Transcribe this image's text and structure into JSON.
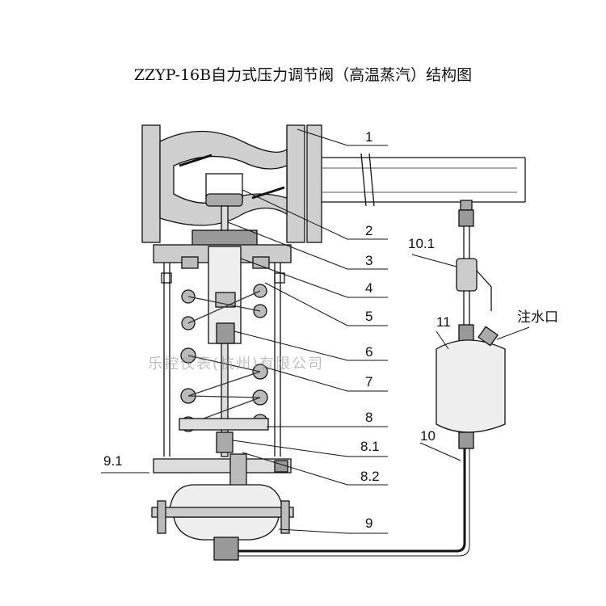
{
  "title": "ZZYP-16B自力式压力调节阀（高温蒸汽）结构图",
  "watermark": "乐控仪表(杭州)有限公司",
  "labels": {
    "l1": "1",
    "l2": "2",
    "l3": "3",
    "l4": "4",
    "l5": "5",
    "l6": "6",
    "l7": "7",
    "l8": "8",
    "l8_1": "8.1",
    "l8_2": "8.2",
    "l9": "9",
    "l9_1": "9.1",
    "l10": "10",
    "l10_1": "10.1",
    "l11": "11",
    "water_inlet": "注水口"
  }
}
